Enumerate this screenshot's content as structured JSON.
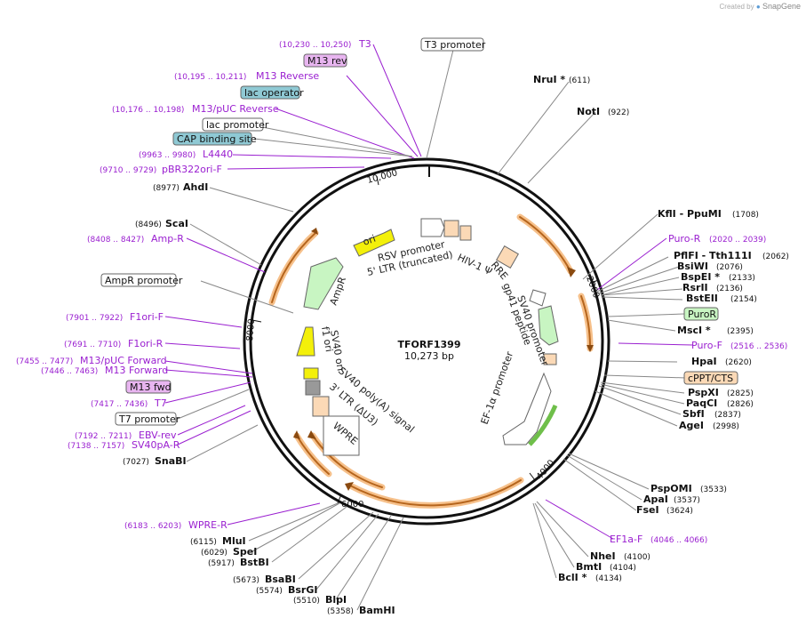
{
  "credit": {
    "prefix": "Created by",
    "brand": "SnapGene"
  },
  "plasmid": {
    "name": "TFORF1399",
    "size_label": "10,273 bp",
    "length": 10273
  },
  "colors": {
    "ring": "#111111",
    "site_line": "#888888",
    "feature_line": "#9a1fd0",
    "primer": "#9a1fd0",
    "orf_fill": "#f6a33a",
    "cds_fill": "#c8f5c2"
  },
  "position_labels": [
    "2000",
    "4000",
    "6000",
    "8000",
    "10,000"
  ],
  "sites_right": [
    {
      "name": "NruI *",
      "pos": "(611)"
    },
    {
      "name": "NotI",
      "pos": "(922)"
    },
    {
      "name": "KflI - PpuMI",
      "pos": "(1708)"
    },
    {
      "name": "PflFI - Tth111I",
      "pos": "(2062)"
    },
    {
      "name": "BsiWI",
      "pos": "(2076)"
    },
    {
      "name": "BspEI *",
      "pos": "(2133)"
    },
    {
      "name": "RsrII",
      "pos": "(2136)"
    },
    {
      "name": "BstEII",
      "pos": "(2154)"
    },
    {
      "name": "MscI *",
      "pos": "(2395)"
    },
    {
      "name": "HpaI",
      "pos": "(2620)"
    },
    {
      "name": "PspXI",
      "pos": "(2825)"
    },
    {
      "name": "PaqCI",
      "pos": "(2826)"
    },
    {
      "name": "SbfI",
      "pos": "(2837)"
    },
    {
      "name": "AgeI",
      "pos": "(2998)"
    },
    {
      "name": "PspOMI",
      "pos": "(3533)"
    },
    {
      "name": "ApaI",
      "pos": "(3537)"
    },
    {
      "name": "FseI",
      "pos": "(3624)"
    },
    {
      "name": "NheI",
      "pos": "(4100)"
    },
    {
      "name": "BmtI",
      "pos": "(4104)"
    },
    {
      "name": "BclI *",
      "pos": "(4134)"
    }
  ],
  "sites_left": [
    {
      "name": "AhdI",
      "pos": "(8977)"
    },
    {
      "name": "ScaI",
      "pos": "(8496)"
    },
    {
      "name": "SnaBI",
      "pos": "(7027)"
    },
    {
      "name": "MluI",
      "pos": "(6115)"
    },
    {
      "name": "SpeI",
      "pos": "(6029)"
    },
    {
      "name": "BstBI",
      "pos": "(5917)"
    },
    {
      "name": "BsaBI",
      "pos": "(5673)"
    },
    {
      "name": "BsrGI",
      "pos": "(5574)"
    },
    {
      "name": "BlpI",
      "pos": "(5510)"
    },
    {
      "name": "BamHI",
      "pos": "(5358)"
    }
  ],
  "primers_left": [
    {
      "name": "T3",
      "range": "(10,230 .. 10,250)"
    },
    {
      "name": "M13 Reverse",
      "range": "(10,195 .. 10,211)"
    },
    {
      "name": "M13/pUC Reverse",
      "range": "(10,176 .. 10,198)"
    },
    {
      "name": "L4440",
      "range": "(9963 .. 9980)"
    },
    {
      "name": "pBR322ori-F",
      "range": "(9710 .. 9729)"
    },
    {
      "name": "Amp-R",
      "range": "(8408 .. 8427)"
    },
    {
      "name": "F1ori-F",
      "range": "(7901 .. 7922)"
    },
    {
      "name": "F1ori-R",
      "range": "(7691 .. 7710)"
    },
    {
      "name": "M13/pUC Forward",
      "range": "(7455 .. 7477)"
    },
    {
      "name": "M13 Forward",
      "range": "(7446 .. 7463)"
    },
    {
      "name": "T7",
      "range": "(7417 .. 7436)"
    },
    {
      "name": "EBV-rev",
      "range": "(7192 .. 7211)"
    },
    {
      "name": "SV40pA-R",
      "range": "(7138 .. 7157)"
    },
    {
      "name": "WPRE-R",
      "range": "(6183 .. 6203)"
    }
  ],
  "primers_right": [
    {
      "name": "Puro-R",
      "range": "(2020 .. 2039)"
    },
    {
      "name": "Puro-F",
      "range": "(2516 .. 2536)"
    },
    {
      "name": "EF1a-F",
      "range": "(4046 .. 4066)"
    }
  ],
  "boxed_labels": [
    {
      "text": "T3 promoter"
    },
    {
      "text": "M13 rev"
    },
    {
      "text": "lac operator"
    },
    {
      "text": "lac promoter"
    },
    {
      "text": "CAP binding site"
    },
    {
      "text": "AmpR promoter"
    },
    {
      "text": "M13 fwd"
    },
    {
      "text": "T7 promoter"
    },
    {
      "text": "PuroR"
    },
    {
      "text": "cPPT/CTS"
    }
  ],
  "inner_labels": {
    "ori": "ori",
    "ampr": "AmpR",
    "f1ori": "f1 ori",
    "sv40ori": "SV40 ori",
    "sv40polya": "SV40 poly(A) signal",
    "ltr3": "3' LTR (ΔU3)",
    "wpre": "WPRE",
    "rsv": "RSV promoter",
    "ltr5": "5' LTR (truncated)",
    "hiv": "HIV-1 Ψ",
    "rre": "RRE",
    "gp41": "gp41 peptide",
    "sv40prom": "SV40 promoter",
    "ef1a": "EF-1α promoter"
  }
}
